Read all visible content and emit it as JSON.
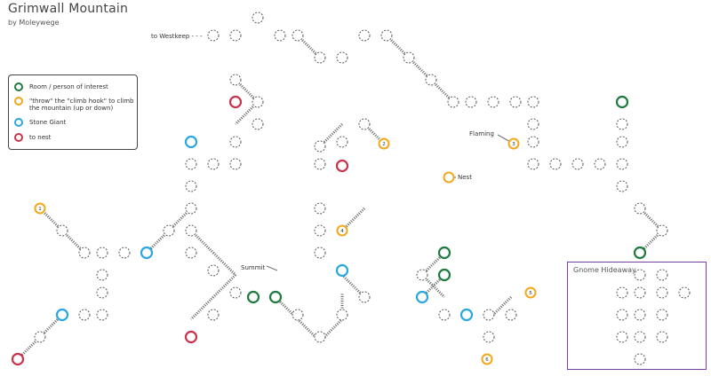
{
  "header": {
    "title": "Grimwall Mountain",
    "subtitle": "by Moleywege"
  },
  "legend": {
    "items": [
      {
        "label": "Room / person of interest",
        "color": "#1e7a3e"
      },
      {
        "label": "\"throw\" the \"climb hook\" to climb the mountain (up or down)",
        "color": "#f2a81d"
      },
      {
        "label": "Stone Giant",
        "color": "#2aa7df"
      },
      {
        "label": "to nest",
        "color": "#c8324a"
      }
    ]
  },
  "labels": {
    "westkeep": "to Westkeep - - -",
    "flaming": "Flaming",
    "nest": "Nest",
    "summit": "Summit",
    "gnome": "Gnome Hideaway"
  },
  "colors": {
    "node_dashed": "#555555",
    "room": "#1e7a3e",
    "hook": "#f2a81d",
    "giant": "#2aa7df",
    "nest": "#c8324a",
    "gnome_box": "#7a3f9e"
  },
  "hook_numbers": [
    "1",
    "2",
    "3",
    "4",
    "5",
    "6"
  ]
}
